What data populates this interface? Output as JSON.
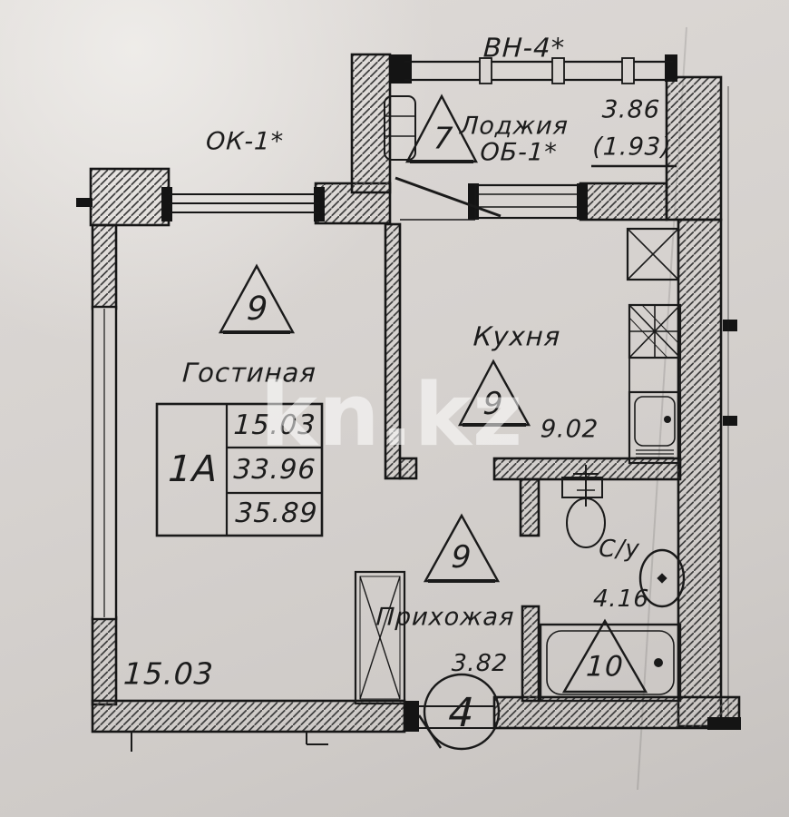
{
  "watermark": "kn.kz",
  "labels": {
    "top_window": "ВН-4*",
    "left_window": "ОК-1*"
  },
  "rooms": {
    "loggia": {
      "marker": "7",
      "name_line1": "Лоджия",
      "name_line2": "ОБ-1*",
      "area": "3.86",
      "area_half": "(1.93)"
    },
    "living": {
      "marker": "9",
      "name": "Гостиная",
      "area": "15.03"
    },
    "kitchen": {
      "marker": "9",
      "name": "Кухня",
      "area": "9.02"
    },
    "hallway": {
      "marker": "9",
      "name": "Прихожая",
      "area": "3.82"
    },
    "bathroom": {
      "marker": "10",
      "name": "С/у",
      "area": "4.16"
    }
  },
  "entrance": {
    "position_number": "4"
  },
  "info_table": {
    "apartment_type": "1А",
    "living_area": "15.03",
    "total_area": "33.96",
    "total_area_with_loggia": "35.89"
  }
}
